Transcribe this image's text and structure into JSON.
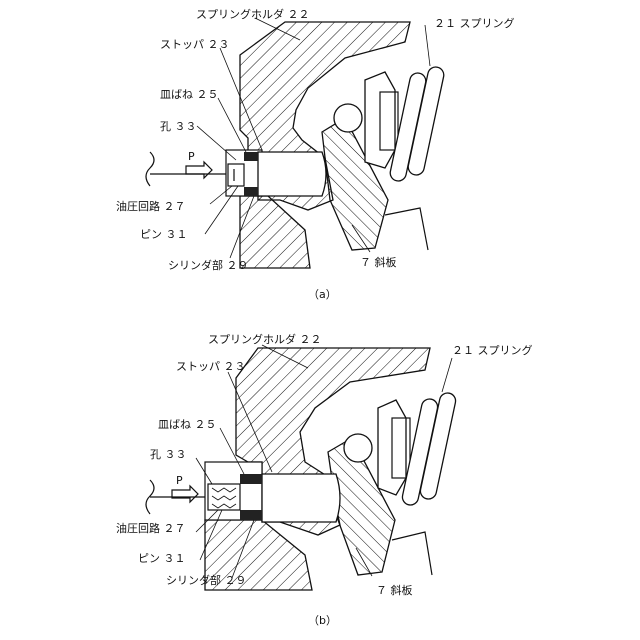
{
  "figures": [
    {
      "caption": "（a）",
      "labels": {
        "spring_holder": "スプリングホルダ ２２",
        "spring": "２１ スプリング",
        "stopper": "ストッパ ２３",
        "disc_spring": "皿ばね ２５",
        "hole": "孔 ３３",
        "pressure": "P",
        "oil_circuit": "油圧回路 ２７",
        "pin": "ピン ３１",
        "cylinder": "シリンダ部 ２９",
        "swash_plate": "７ 斜板"
      }
    },
    {
      "caption": "（b）",
      "labels": {
        "spring_holder": "スプリングホルダ ２２",
        "spring": "２１ スプリング",
        "stopper": "ストッパ ２３",
        "disc_spring": "皿ばね ２５",
        "hole": "孔 ３３",
        "pressure": "P",
        "oil_circuit": "油圧回路 ２７",
        "pin": "ピン ３１",
        "cylinder": "シリンダ部 ２９",
        "swash_plate": "７ 斜板"
      }
    }
  ]
}
